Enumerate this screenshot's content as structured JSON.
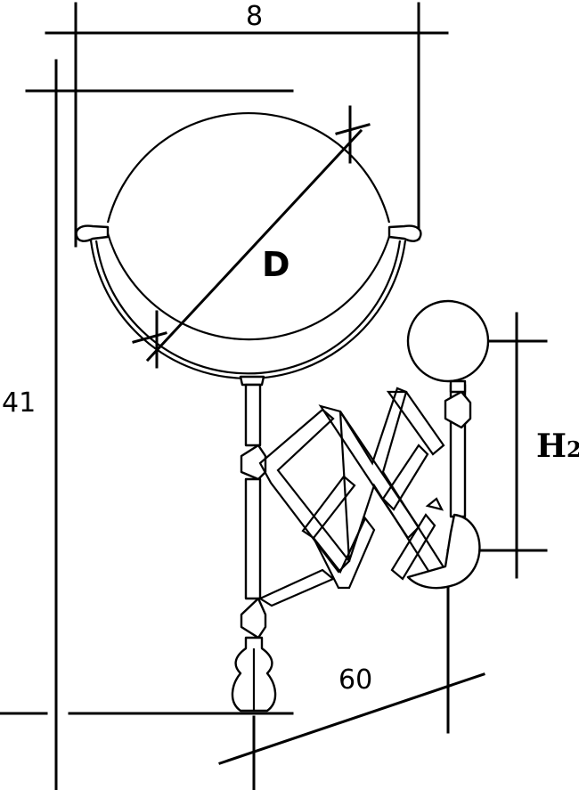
{
  "diagram": {
    "dimensions": {
      "top_width": "8",
      "height": "41",
      "diameter": "D",
      "mount_height": "H",
      "mount_height_sub": "2",
      "extension": "60"
    }
  }
}
